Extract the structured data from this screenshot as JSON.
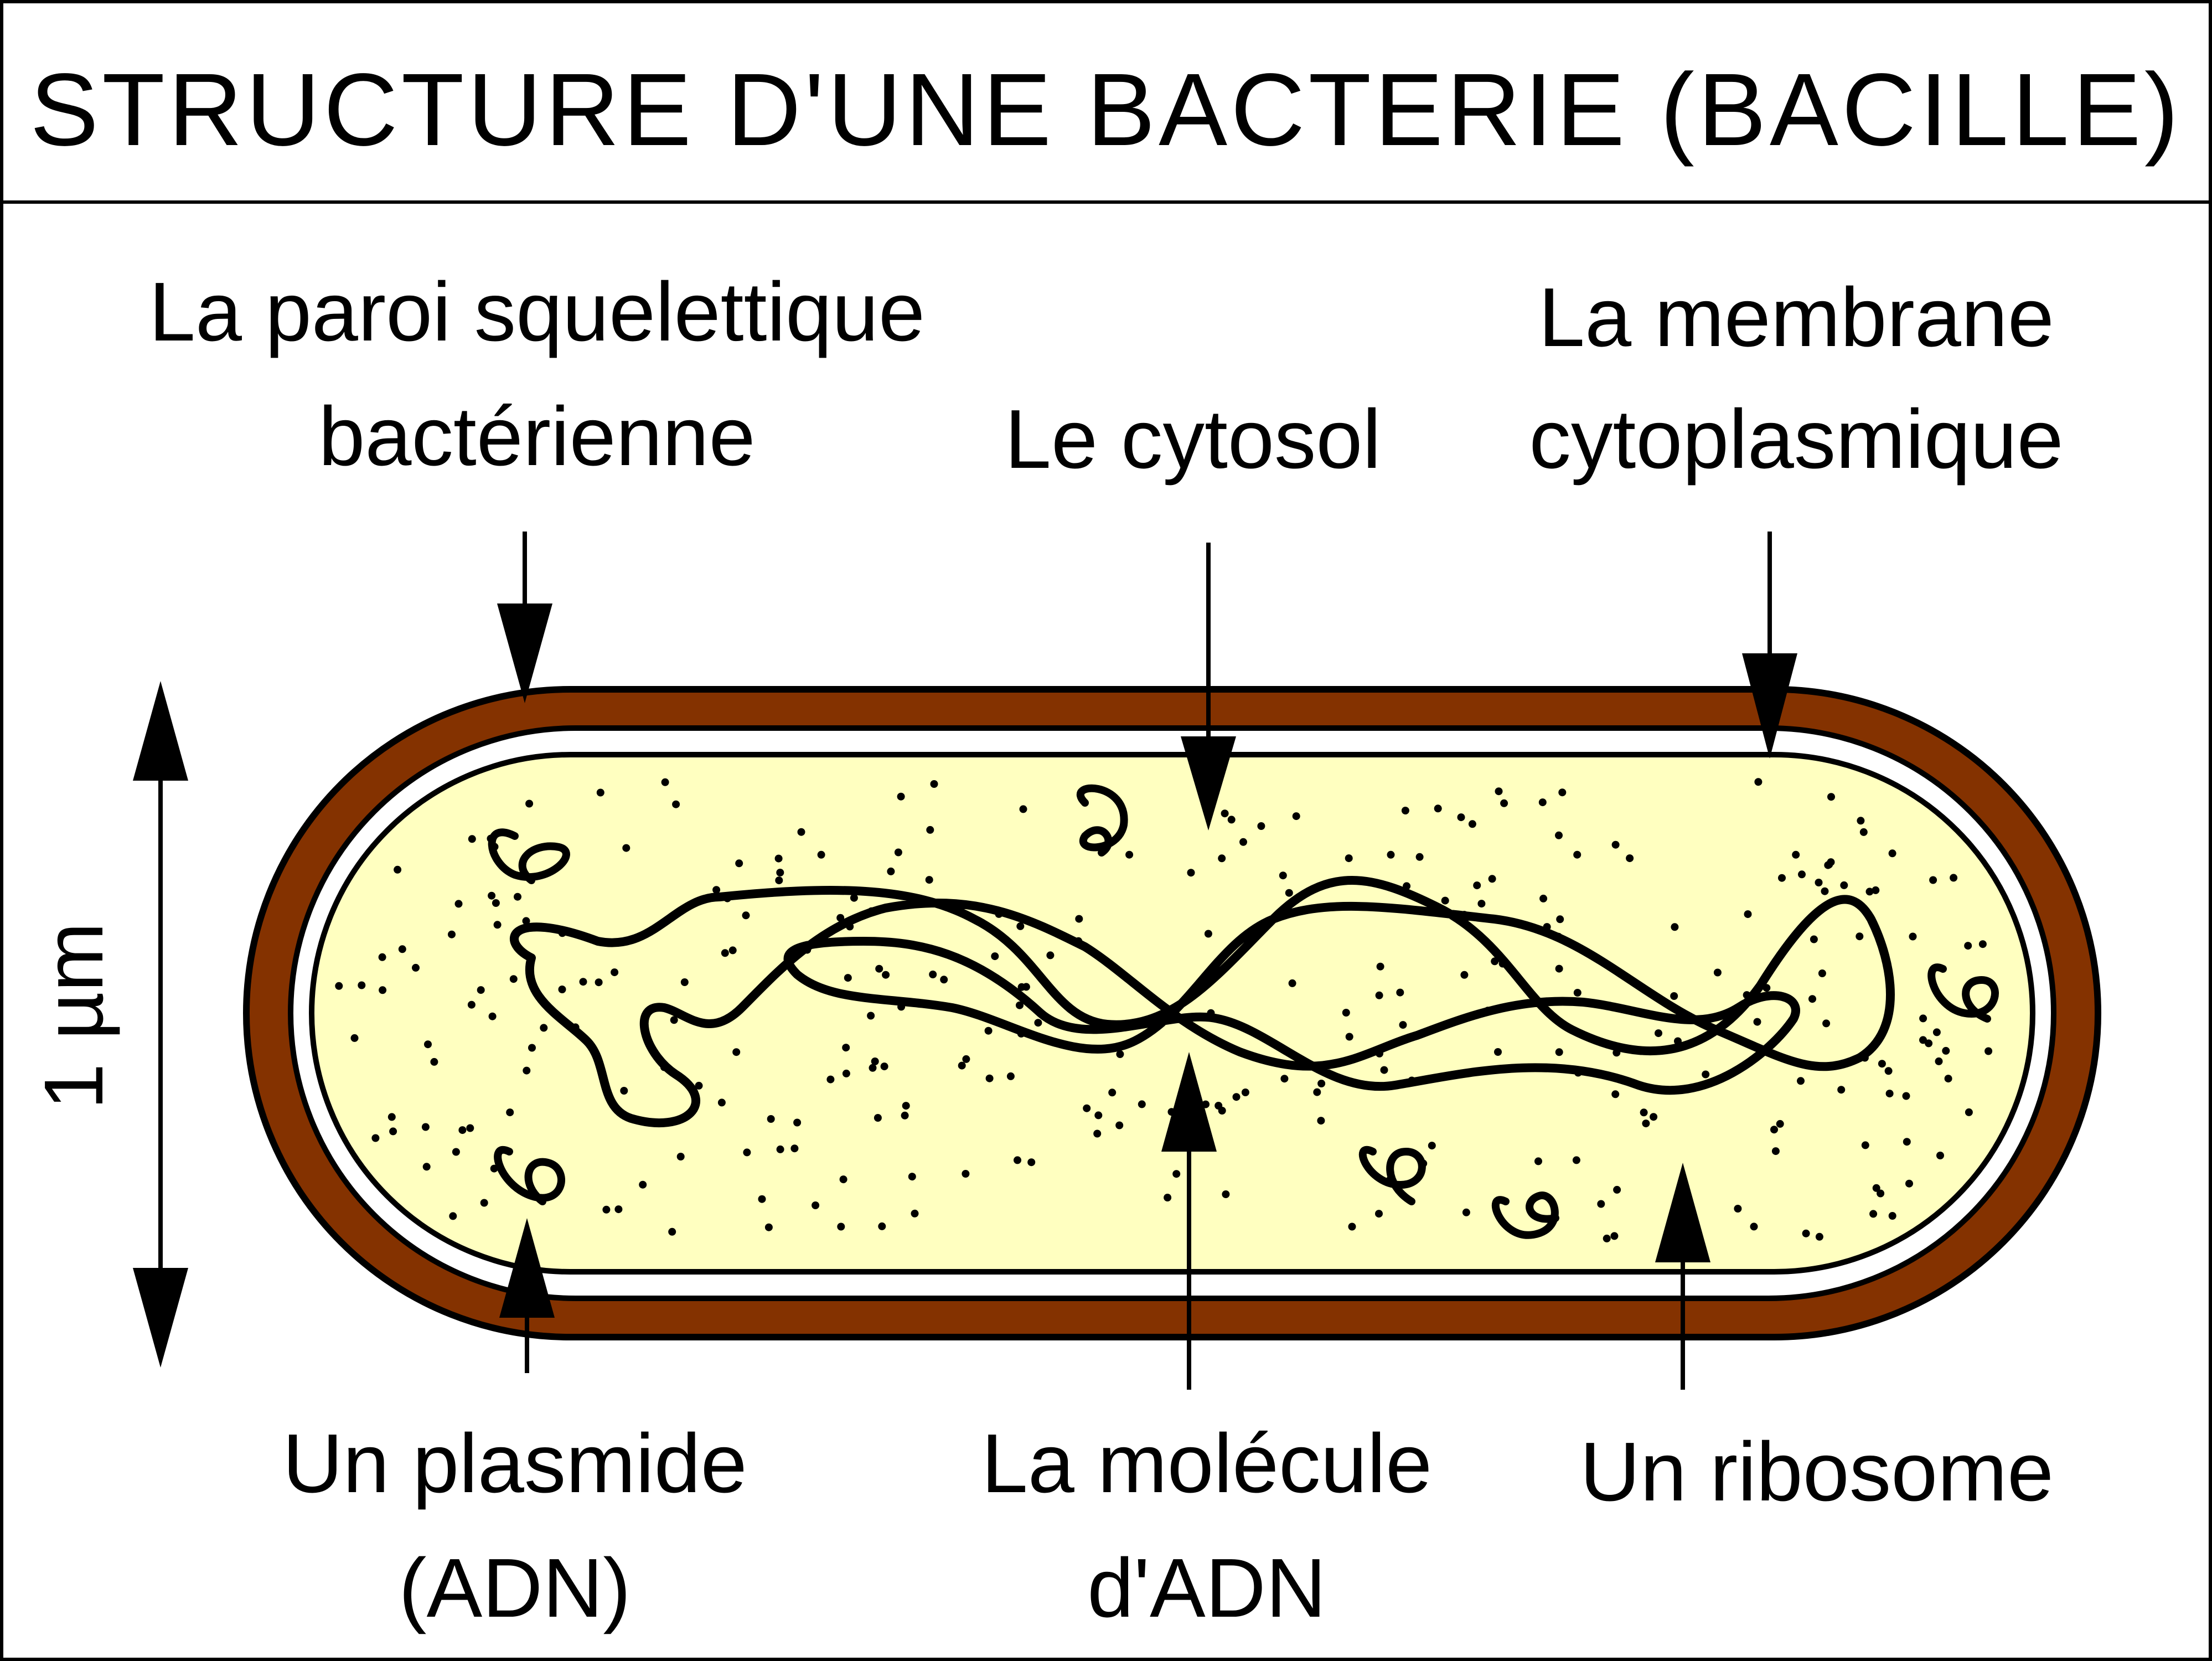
{
  "title": "STRUCTURE D'UNE BACTERIE (BACILLE)",
  "labels": {
    "paroi_line1": "La paroi squelettique",
    "paroi_line2": "bactérienne",
    "cytosol": "Le cytosol",
    "membrane_line1": "La membrane",
    "membrane_line2": "cytoplasmique",
    "plasmide_line1": "Un plasmide",
    "plasmide_line2": "(ADN)",
    "adn_line1": "La molécule",
    "adn_line2": "d'ADN",
    "ribosome": "Un ribosome",
    "scale": "1 µm"
  },
  "colors": {
    "cell_wall": "#843200",
    "cytoplasm": "#ffffc0",
    "membrane_gap": "#ffffff",
    "outline": "#000000",
    "background": "#ffffff"
  }
}
